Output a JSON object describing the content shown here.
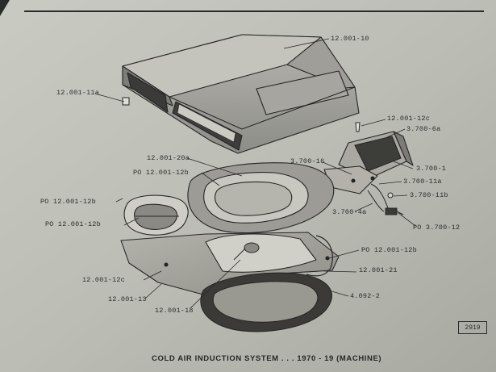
{
  "caption": "COLD AIR INDUCTION SYSTEM . . . 1970 - 19 (MACHINE)",
  "page_number": "2919",
  "callouts": {
    "hood_scoop": "12.001-10",
    "fastener_left": "12.001-11a",
    "stud_right": "12.001-12c",
    "intake_housing": "3.700-6a",
    "housing_bracket": "3.700-16",
    "housing_body": "3.700-1",
    "clip_upper": "3.700-11a",
    "clip_lower": "3.700-11b",
    "hose": "3.700-4a",
    "actuator": "PO 3.700-12",
    "base_seal_top": "12.001-20a",
    "base_seal_left": "PO 12.001-12b",
    "small_seal_top": "PO 12.001-12b",
    "small_seal_side": "PO 12.001-12b",
    "plate_seal": "PO 12.001-12b",
    "plate_fastener": "12.001-12c",
    "plate_screw": "12.001-13",
    "valve": "12.001-18",
    "wire": "12.001-21",
    "air_cleaner_seal": "4.092-2"
  }
}
